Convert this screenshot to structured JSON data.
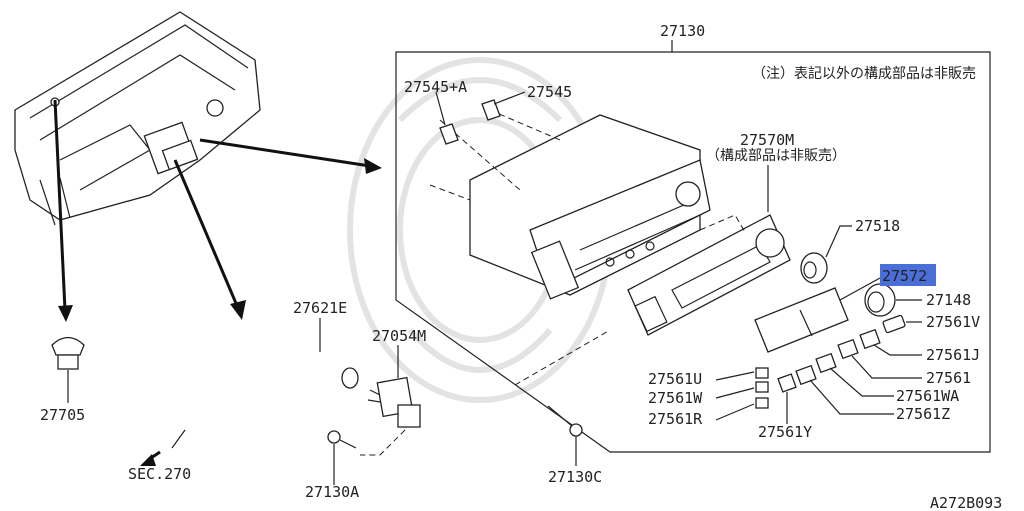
{
  "note_jp": "（注）表記以外の構成部品は非販売",
  "note_sub": "（構成部品は非販売）",
  "figure_code": "A272B093",
  "highlight_color": "#4a6fd8",
  "parts": {
    "p27130": "27130",
    "p27545A": "27545+A",
    "p27545": "27545",
    "p27570M": "27570M",
    "p27518": "27518",
    "p27572": "27572",
    "p27148": "27148",
    "p27561V": "27561V",
    "p27561J": "27561J",
    "p27561": "27561",
    "p27561WA": "27561WA",
    "p27561Z": "27561Z",
    "p27561Y": "27561Y",
    "p27561U": "27561U",
    "p27561W": "27561W",
    "p27561R": "27561R",
    "p27130C": "27130C",
    "p27621E": "27621E",
    "p27054M": "27054M",
    "p27130A": "27130A",
    "p27705": "27705",
    "sec270": "SEC.270"
  }
}
